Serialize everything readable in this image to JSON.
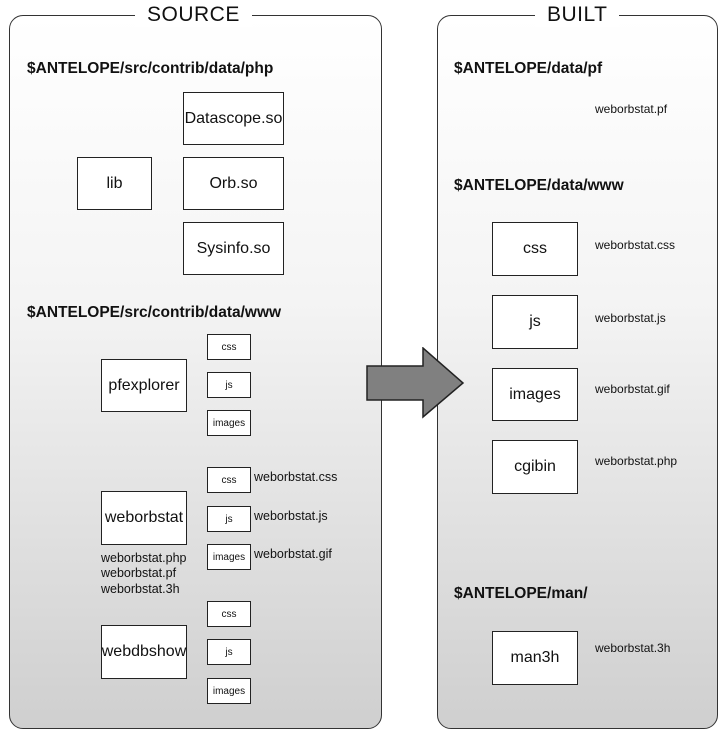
{
  "source": {
    "title": "SOURCE",
    "php": {
      "path": "$ANTELOPE/src/contrib/data/php",
      "lib": "lib",
      "modules": [
        "Datascope.so",
        "Orb.so",
        "Sysinfo.so"
      ]
    },
    "www": {
      "path": "$ANTELOPE/src/contrib/data/www",
      "pfexplorer": {
        "name": "pfexplorer",
        "subdirs": [
          "css",
          "js",
          "images"
        ]
      },
      "weborbstat": {
        "name": "weborbstat",
        "subdirs": [
          "css",
          "js",
          "images"
        ],
        "subdir_files": [
          "weborbstat.css",
          "weborbstat.js",
          "weborbstat.gif"
        ],
        "files": [
          "weborbstat.php",
          "weborbstat.pf",
          "weborbstat.3h"
        ]
      },
      "webdbshow": {
        "name": "webdbshow",
        "subdirs": [
          "css",
          "js",
          "images"
        ]
      }
    }
  },
  "built": {
    "title": "BUILT",
    "pf": {
      "path": "$ANTELOPE/data/pf",
      "file": "weborbstat.pf"
    },
    "www": {
      "path": "$ANTELOPE/data/www",
      "dirs": [
        "css",
        "js",
        "images",
        "cgibin"
      ],
      "files": [
        "weborbstat.css",
        "weborbstat.js",
        "weborbstat.gif",
        "weborbstat.php"
      ]
    },
    "man": {
      "path": "$ANTELOPE/man/",
      "dir": "man3h",
      "file": "weborbstat.3h"
    }
  },
  "colors": {
    "border": "#333333",
    "arrow_fill": "#808080",
    "gradient_end": "#cfcfcf"
  }
}
